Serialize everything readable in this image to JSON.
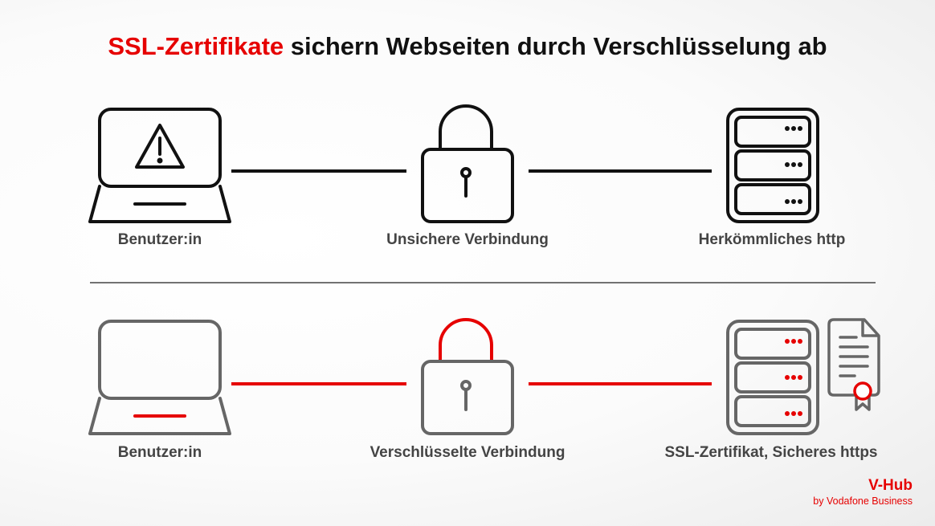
{
  "title": {
    "highlight": "SSL-Zertifikate",
    "rest": " sichern Webseiten durch Verschlüsselung ab"
  },
  "top_row": {
    "user_label": "Benutzer:in",
    "connection_label": "Unsichere Verbindung",
    "server_label": "Herkömmliches http"
  },
  "bottom_row": {
    "user_label": "Benutzer:in",
    "connection_label": "Verschlüsselte Verbindung",
    "server_label": "SSL-Zertifikat, Sicheres https"
  },
  "brand": {
    "name": "V-Hub",
    "sub": "by Vodafone Business"
  },
  "colors": {
    "accent": "#e60000",
    "dark": "#111111",
    "grey": "#666666"
  },
  "icons": [
    "laptop-icon",
    "warning-icon",
    "padlock-icon",
    "server-icon",
    "certificate-icon"
  ]
}
